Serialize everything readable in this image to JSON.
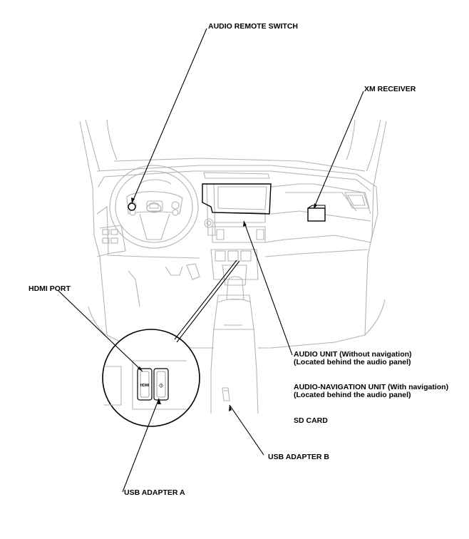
{
  "labels": {
    "audio_remote_switch": "AUDIO REMOTE SWITCH",
    "xm_receiver": "XM RECEIVER",
    "hdmi_port": "HDMI PORT",
    "audio_unit_line1": "AUDIO UNIT (Without navigation)",
    "audio_unit_line2": "(Located behind the audio panel)",
    "audio_nav_unit_line1": "AUDIO-NAVIGATION UNIT (With navigation)",
    "audio_nav_unit_line2": "(Located behind the audio panel)",
    "sd_card": "SD CARD",
    "usb_adapter_b": "USB ADAPTER B",
    "usb_adapter_a": "USB ADAPTER A"
  },
  "port_marks": {
    "hdmi_logo": "HDMI",
    "usb_logo": "⯑"
  }
}
